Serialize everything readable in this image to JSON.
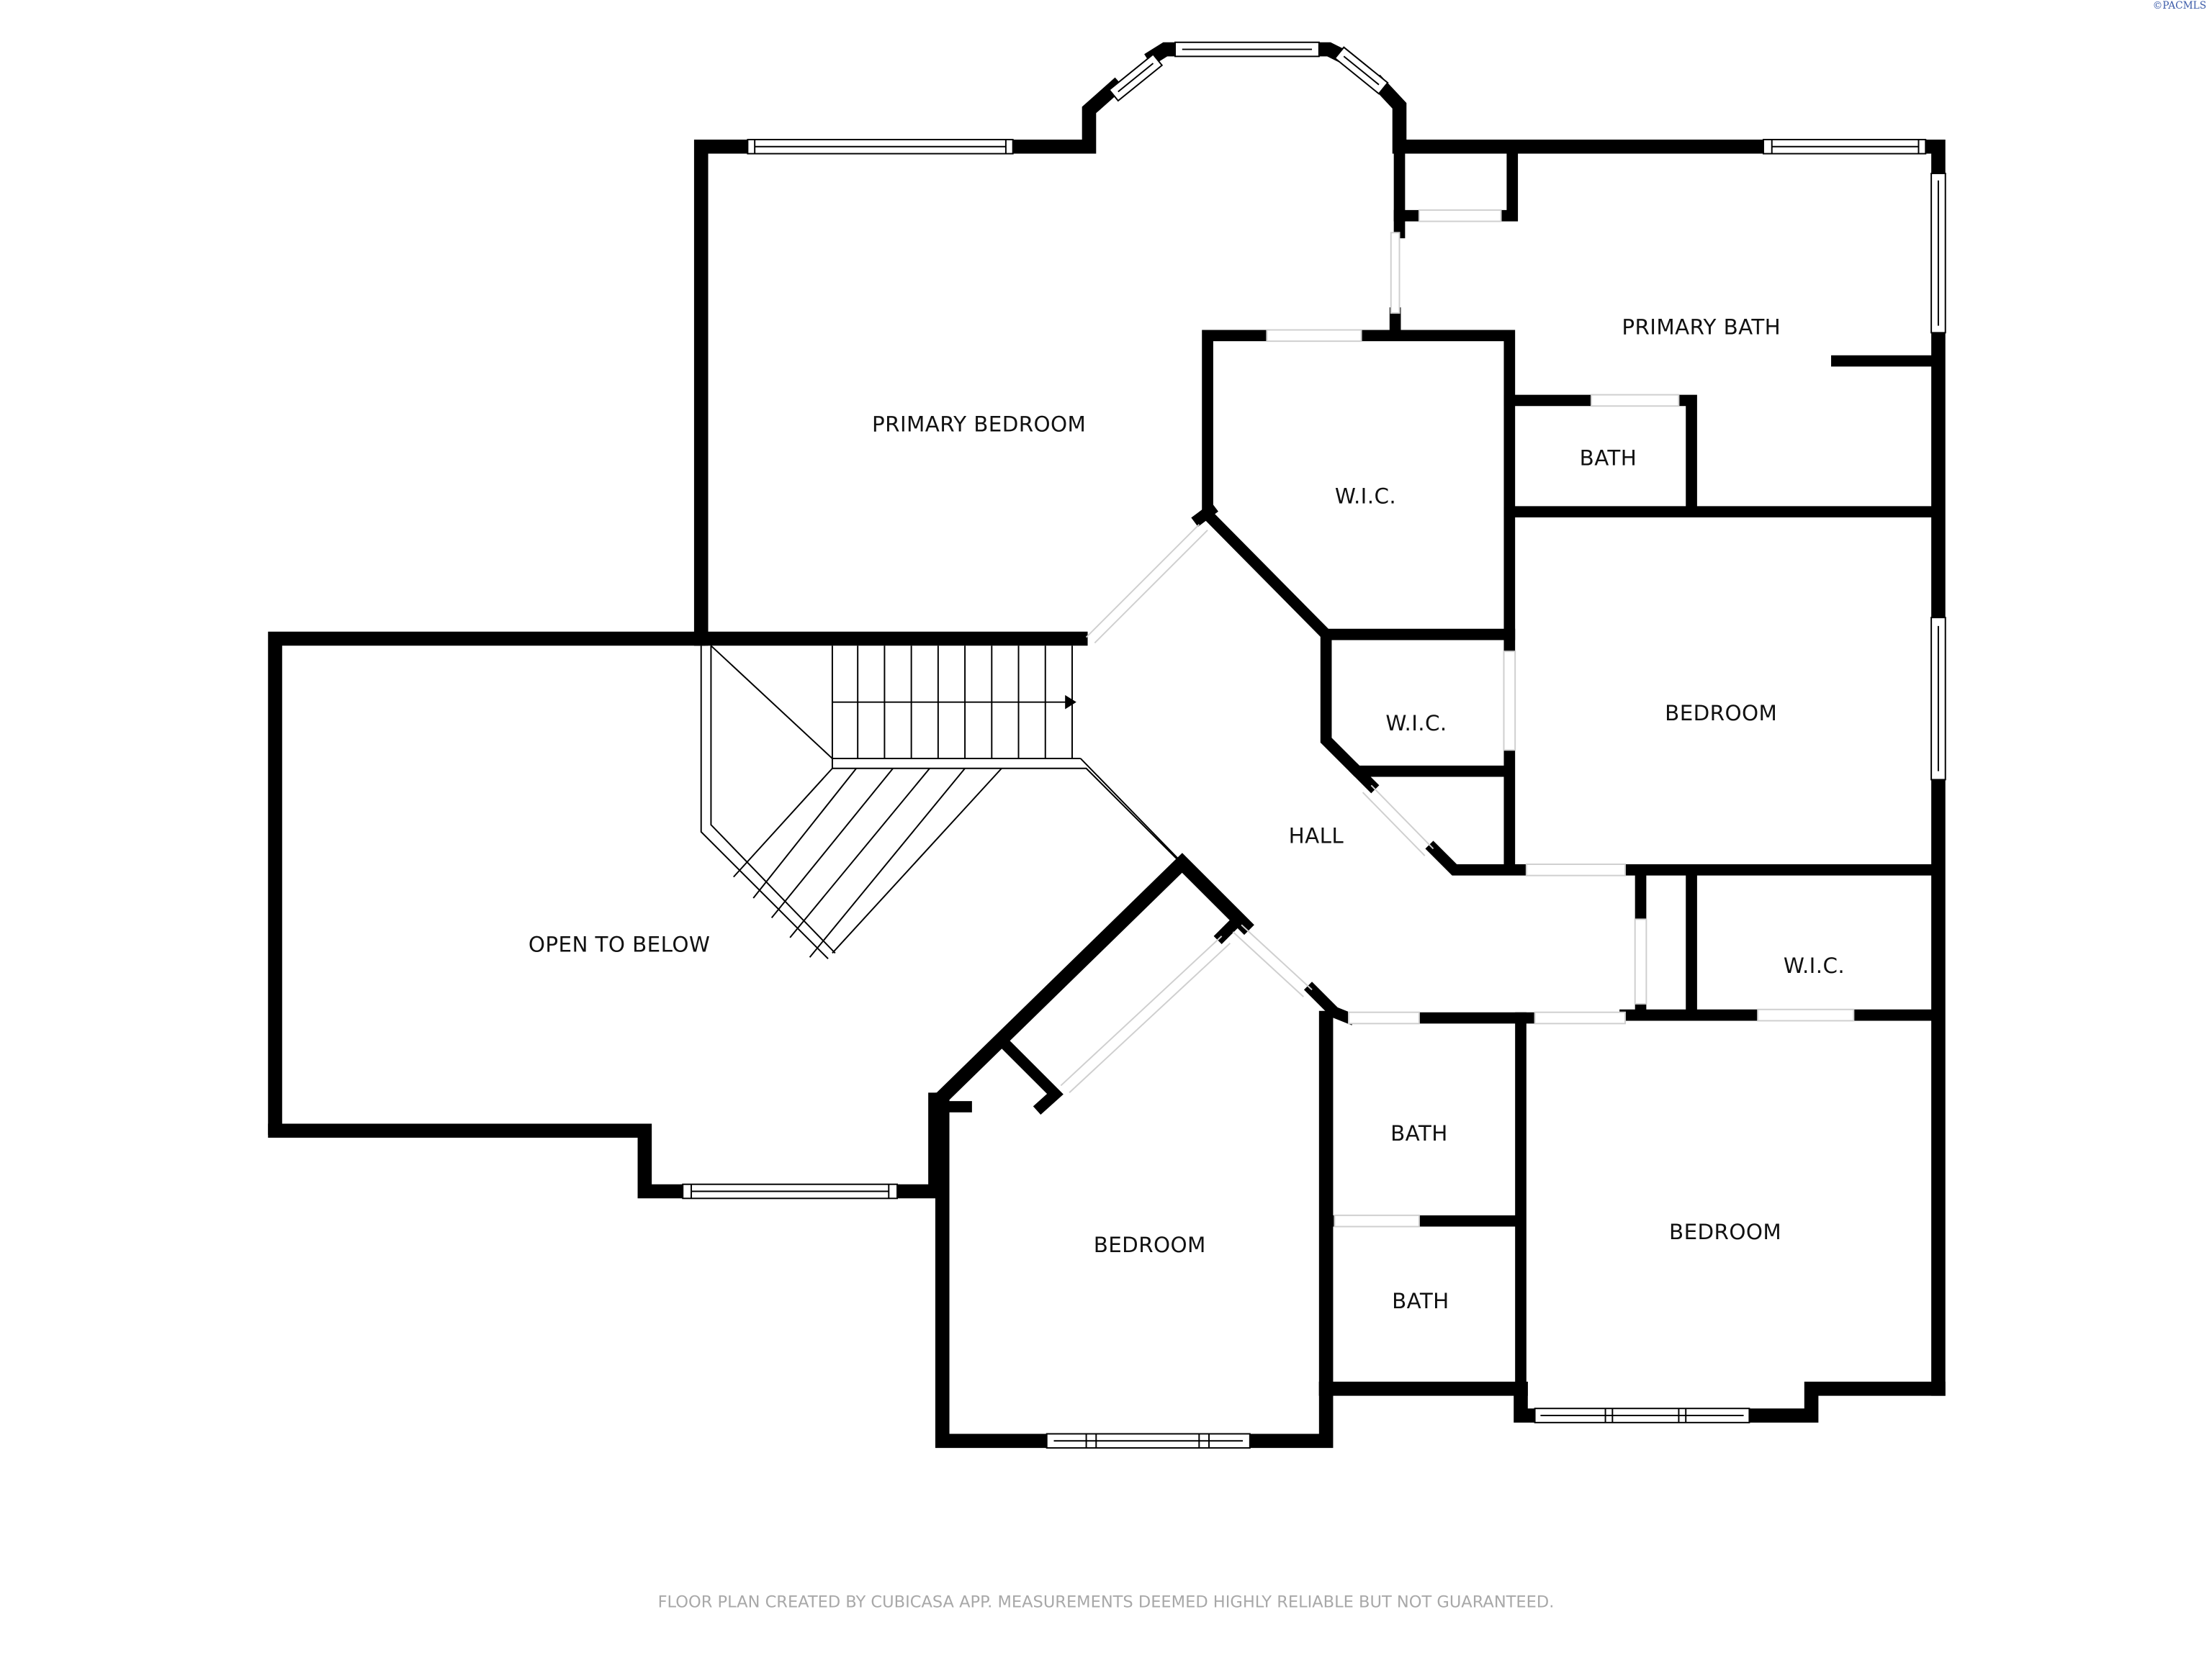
{
  "watermark": "©PACMLS",
  "footer": "FLOOR PLAN CREATED BY CUBICASA APP. MEASUREMENTS DEEMED HIGHLY RELIABLE BUT NOT GUARANTEED.",
  "colors": {
    "wall": "#000000",
    "background": "#ffffff",
    "footer_text": "#a8a8a8",
    "door_opening": "#cfcfcf"
  },
  "rooms": [
    {
      "id": "primary-bedroom",
      "label": "PRIMARY BEDROOM"
    },
    {
      "id": "primary-bath",
      "label": "PRIMARY BATH"
    },
    {
      "id": "wic-primary",
      "label": "W.I.C."
    },
    {
      "id": "bath-primary-wc",
      "label": "BATH"
    },
    {
      "id": "wic-hall",
      "label": "W.I.C."
    },
    {
      "id": "bedroom-east",
      "label": "BEDROOM"
    },
    {
      "id": "hall",
      "label": "HALL"
    },
    {
      "id": "open-to-below",
      "label": "OPEN TO BELOW"
    },
    {
      "id": "wic-southeast",
      "label": "W.I.C."
    },
    {
      "id": "bath-upper",
      "label": "BATH"
    },
    {
      "id": "bath-lower",
      "label": "BATH"
    },
    {
      "id": "bedroom-southwest",
      "label": "BEDROOM"
    },
    {
      "id": "bedroom-southeast",
      "label": "BEDROOM"
    }
  ],
  "stairs": {
    "direction_icon": "arrow-right",
    "flight_upper_steps": 10,
    "flight_lower_steps": 6
  }
}
